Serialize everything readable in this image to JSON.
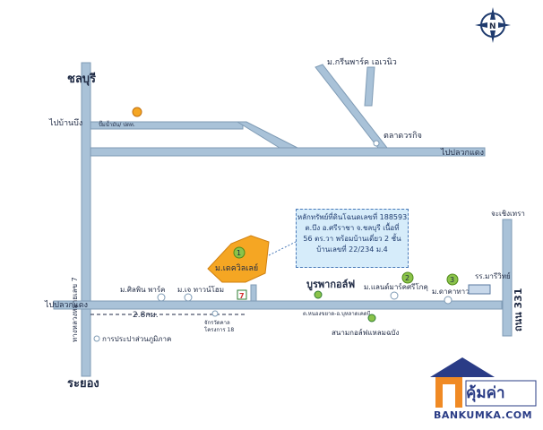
{
  "labels": {
    "chonburi": "ชลบุรี",
    "rayong": "ระยอง",
    "to_ban_bueng": "ไปบ้านบึง",
    "to_pluak_daeng": "ไปปลวกแดง",
    "to_pluak_daeng_right": "ไปปลวกแดง",
    "highway_7": "ทางหลวงหมายเลข 7",
    "road_331": "ถนน 331",
    "green_park": "ม.กรีนพาร์ค เอเวนิว",
    "market": "ตลาดวรกิจ",
    "gas_station": "ปั๊มน้ำมัน/ ปตท.",
    "junction_right": "จะเชิงเทรา",
    "project_name": "ม.เดควิลเลย์",
    "siriwan_park": "ม.ศิลพิน พาร์ค",
    "m_je": "ม.เจ ทาวน์โฮม",
    "distance": "2.8กม.",
    "seven_eleven": "7",
    "motor_station": "จักรวัดคาล",
    "motor_station_sub": "โครงการ 18",
    "water_authority": "การประปาส่วนภูมิภาค",
    "golf": "บูรพากอล์ฟ",
    "golf_sub": "ต.หนองขยาด-อ.บุหลาดเคดบี",
    "m_landmark": "ม.แลนด์มาร์คศรีโกคุ",
    "golf_park": "สนามกอล์ฟแหลมฉบัง",
    "m_the_city": "ม.ดาคาทาวน์",
    "school": "รร.มารีวิทย์"
  },
  "markers": {
    "m1": "1",
    "m2": "2",
    "m3": "3"
  },
  "info": {
    "line1": "หลักทรัพย์ที่ดินโฉนดเลขที่ 188593",
    "line2": "ต.บึง อ.ศรีราชา จ.ชลบุรี เนื้อที่",
    "line3": "56 ตร.วา พร้อมบ้านเดี่ยว 2 ชั้น",
    "line4": "บ้านเลขที่ 22/234 ม.4"
  },
  "compass": {
    "label": "N"
  },
  "logo": {
    "text": "คุ้มค่า",
    "subtitle": "BANKUMKA.COM"
  },
  "colors": {
    "road": "#a9c2d8",
    "road_edge": "#7f9bb5",
    "project": "#f5a623",
    "marker": "#8bc34a",
    "info_bg": "#d6ecfa",
    "brand_blue": "#2a3c86",
    "brand_orange": "#f08a24"
  }
}
